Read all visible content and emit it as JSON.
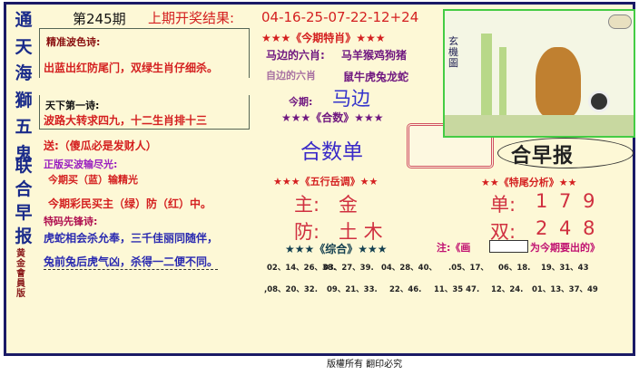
{
  "side_title": {
    "chars": [
      "通",
      "天",
      "海",
      "獅",
      "五",
      "鬼",
      "联",
      "合",
      "早",
      "报"
    ],
    "edition": "黄金會員版"
  },
  "header": {
    "issue": "第245期",
    "last_result_label": "上期开奖结果:",
    "last_result": "04-16-25-07-22-12+24"
  },
  "left": {
    "poem1_title": "精准波色诗:",
    "poem1": "出蓝出红防尾门，双绿生肖仔细杀。",
    "poem2_title": "天下第一诗:",
    "poem2": "波路大转求四九，十二生肖排十三",
    "gift": "送:（傻瓜必是发财人）",
    "poem3_title": "正版买波输尽光:",
    "poem3_line1": "今期买（蓝）输精光",
    "poem3_line2": "今期彩民买主（绿）防（红）中。",
    "poem4_title": "特码先锋诗:",
    "poem4_line1": "虎蛇相会杀允奉，三千佳丽同随伴，",
    "poem4_line2": "兔前兔后虎气凶，杀得一二便不同。"
  },
  "middle": {
    "special_title": "★★★《今期特肖》★★★",
    "six_label": "马边的六肖:",
    "six_value": "马羊猴鸡狗猪",
    "other_label": "自边的六肖",
    "other_value": "鼠牛虎兔龙蛇",
    "this_label": "今期:",
    "this_value": "马边",
    "sum_title": "★★★《合数》★★★",
    "sum_value": "合数单",
    "wuxing_title": "★★★《五行岳调》★★",
    "main_label": "主:",
    "main_value": "金",
    "guard_label": "防:",
    "guard_value": "土 木",
    "combo_title": "★★★《综合》★★★"
  },
  "right": {
    "paper_name": "联合早报",
    "image_caption": "玄機圖",
    "tail_title": "★★《特尾分析》★★",
    "odd_label": "单:",
    "odd_value": "1 7 9",
    "even_label": "双:",
    "even_value": "2 4 8",
    "note_prefix": "注:《画",
    "note_suffix": "为今期要出的》"
  },
  "numbers": {
    "row1": [
      "02、14、26、38.",
      "03、27、39.",
      "04、28、40、",
      ".05、17、",
      "06、18.",
      "19、31、43"
    ],
    "row2": [
      ",08、20、32.",
      "09、21、33.",
      "22、46.",
      "11、35 47.",
      "12、24.",
      "01、13、37、49"
    ]
  },
  "footer": {
    "copyright": "版權所有 翻印必究"
  },
  "colors": {
    "border": "#1a1a66",
    "background": "#fdf8d6",
    "accent_red": "#d42020",
    "accent_blue": "#2a2ab0"
  }
}
